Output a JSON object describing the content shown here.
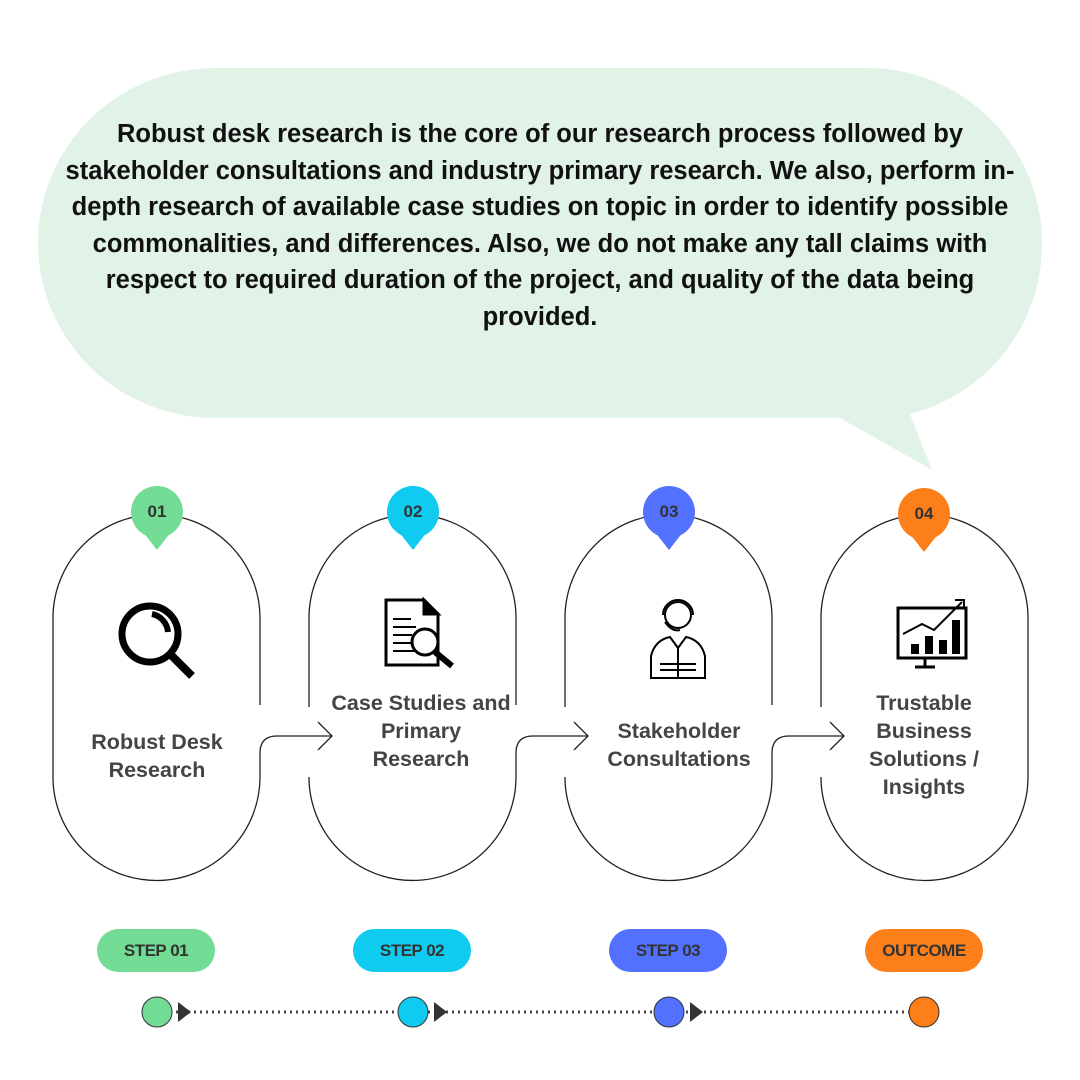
{
  "intro": "Robust desk research is the core of our research process followed by stakeholder consultations and industry primary research. We also, perform in-depth research of available case studies on topic in order to identify possible commonalities, and differences. Also, we do not make any tall claims with respect to required duration of the project, and quality of the data being provided.",
  "colors": {
    "bubble": "#e1f3e7",
    "step1": "#72dc94",
    "step2": "#0fcbef",
    "step3": "#5271ff",
    "outcome": "#fd7f1a"
  },
  "steps": [
    {
      "number": "01",
      "title": "Robust Desk Research",
      "tag": "STEP 01",
      "icon": "magnifier-icon"
    },
    {
      "number": "02",
      "title": "Case Studies and Primary Research",
      "tag": "STEP 02",
      "icon": "document-search-icon"
    },
    {
      "number": "03",
      "title": "Stakeholder Consultations",
      "tag": "STEP 03",
      "icon": "call-center-agent-icon"
    },
    {
      "number": "04",
      "title": "Trustable Business Solutions / Insights",
      "tag": "OUTCOME",
      "icon": "growth-chart-monitor-icon"
    }
  ]
}
